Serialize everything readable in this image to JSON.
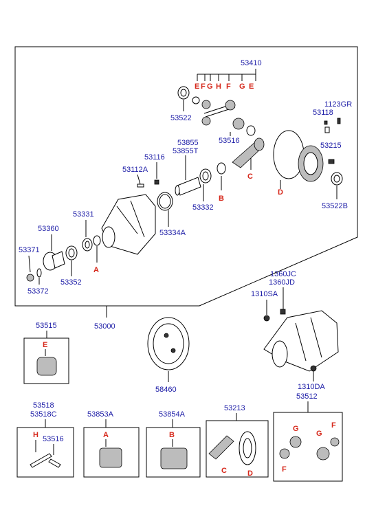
{
  "labels": {
    "main_assembly": "53000",
    "carrier_assembly": "53410",
    "bolt": "1123GR",
    "washer": "53118",
    "side_bearing_adjuster": "53215",
    "side_gear_thrust": "53522",
    "pinion_thrust": "53516",
    "side_bearing_ring": "53522B",
    "collapsible_spacer": "53855",
    "collapsible_spacer_t": "53855T",
    "filler_plug": "53116",
    "pin": "53112A",
    "pinion_bearing": "53332",
    "shim_kit": "53334A",
    "front_bearing": "53331",
    "companion_flange": "53360",
    "nut": "53371",
    "washer_b": "53372",
    "oil_seal": "53352",
    "bolt_a": "1360JC",
    "bolt_b": "1360JD",
    "bolt_c": "1310SA",
    "bolt_d": "1310DA",
    "carrier_case": "53512",
    "spring_box": "53515",
    "backing_plate": "58460",
    "pin_box_a": "53518",
    "pin_box_b": "53518C",
    "pin_box_c": "53516",
    "bearing_a_box": "53853A",
    "bearing_b_box": "53854A",
    "gear_set_box": "53213"
  },
  "letters": {
    "E": "E",
    "F": "F",
    "G": "G",
    "H": "H",
    "A": "A",
    "B": "B",
    "C": "C",
    "D": "D"
  },
  "colors": {
    "part_number": "#1a1aa6",
    "letter": "#d6281b"
  }
}
